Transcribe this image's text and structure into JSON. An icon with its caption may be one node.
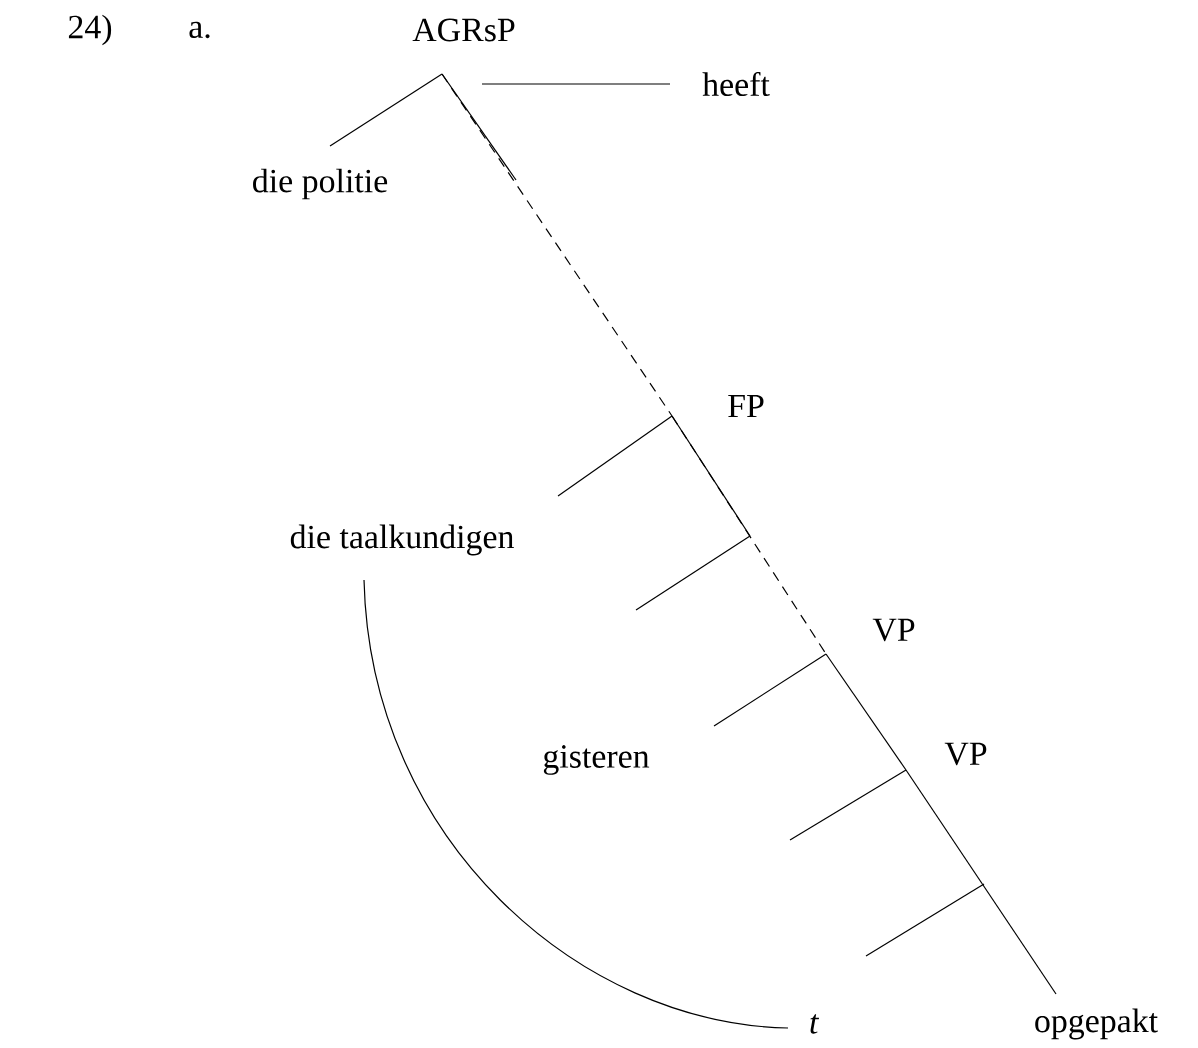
{
  "diagram": {
    "nodes": [
      {
        "text": [
          "AGRsP"
        ]
      },
      {
        "text": [
          "die politie"
        ]
      },
      {
        "text": [
          "heeft"
        ]
      },
      {
        "text": [
          "FP"
        ]
      },
      {
        "text": [
          "die taalkundigen"
        ]
      },
      {
        "text": [
          "VP"
        ]
      },
      {
        "text": [
          "gisteren"
        ]
      },
      {
        "text": [
          "VP"
        ]
      },
      {
        "text": [
          "*t*"
        ]
      },
      {
        "text": [
          "opgepakt"
        ]
      }
    ],
    "edges": [
      {
        "from": 0,
        "to": 1,
        "arrow": "none"
      },
      {
        "from": 0,
        "to": 2,
        "arrow": "none"
      },
      {
        "from": 0,
        "to": 3,
        "arrow": "none",
        "style": "dashed"
      },
      {
        "from": 3,
        "to": 4,
        "arrow": "none"
      },
      {
        "from": 3,
        "to": 5,
        "arrow": "none",
        "style": "dashed"
      },
      {
        "from": 5,
        "to": 6,
        "arrow": "none"
      },
      {
        "from": 5,
        "to": 7,
        "arrow": "none"
      },
      {
        "from": 7,
        "to": 9,
        "arrow": "none"
      },
      {
        "from": 4,
        "to": 8,
        "arrow": "none"
      }
    ],
    "labels": [
      "24)",
      "a."
    ]
  }
}
